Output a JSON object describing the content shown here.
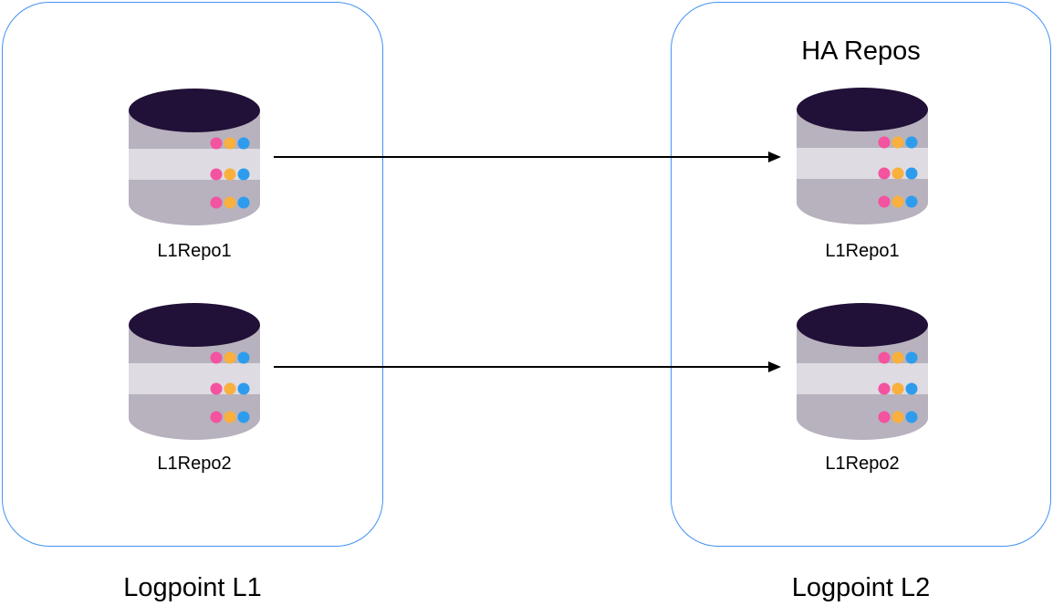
{
  "diagram": {
    "background": "#ffffff",
    "box_border_color": "#4292f4",
    "arrow_color": "#000000",
    "left_group": {
      "name": "Logpoint L1",
      "repos": [
        {
          "label": "L1Repo1"
        },
        {
          "label": "L1Repo2"
        }
      ]
    },
    "right_group": {
      "title": "HA Repos",
      "name": "Logpoint L2",
      "repos": [
        {
          "label": "L1Repo1"
        },
        {
          "label": "L1Repo2"
        }
      ]
    },
    "icon": {
      "type": "database-icon",
      "colors": {
        "top": "#211037",
        "band": "#b7b2be",
        "band_light": "#dedbe2",
        "dot_pink": "#f3539f",
        "dot_orange": "#f9b03c",
        "dot_blue": "#2e9ced"
      }
    }
  }
}
